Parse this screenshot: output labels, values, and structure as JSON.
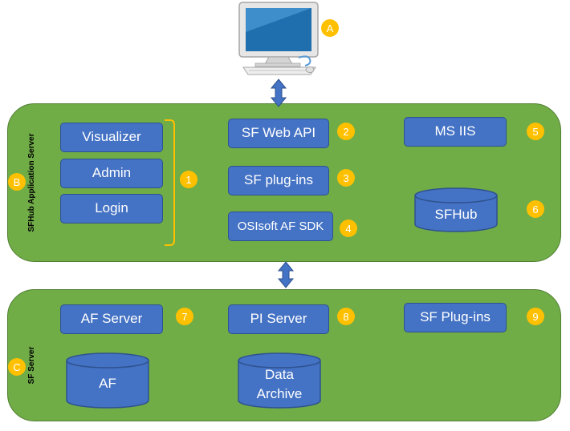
{
  "colors": {
    "panel_fill": "#70ad47",
    "panel_border": "#507e32",
    "box_fill": "#4472c4",
    "box_border": "#2f528f",
    "badge_fill": "#ffc000",
    "bracket": "#ffc000",
    "text_on_box": "#ffffff"
  },
  "computer": {
    "icon": "desktop-computer-icon",
    "badge": "A"
  },
  "app_server": {
    "label": "SFHub Application Server",
    "badge": "B",
    "items": {
      "visualizer": "Visualizer",
      "admin": "Admin",
      "login": "Login",
      "web_api": "SF Web API",
      "plugins": "SF plug-ins",
      "af_sdk": "OSIsoft AF SDK",
      "ms_iis": "MS IIS",
      "sfhub_db": "SFHub"
    },
    "badges": {
      "ui_group": "1",
      "web_api": "2",
      "plugins": "3",
      "af_sdk": "4",
      "ms_iis": "5",
      "sfhub_db": "6"
    }
  },
  "sf_server": {
    "label": "SF Server",
    "badge": "C",
    "items": {
      "af_server": "AF Server",
      "pi_server": "PI Server",
      "sf_plugins": "SF Plug-ins",
      "af_db": "AF",
      "data_archive_line1": "Data",
      "data_archive_line2": "Archive"
    },
    "badges": {
      "af_server": "7",
      "pi_server": "8",
      "sf_plugins": "9"
    }
  }
}
